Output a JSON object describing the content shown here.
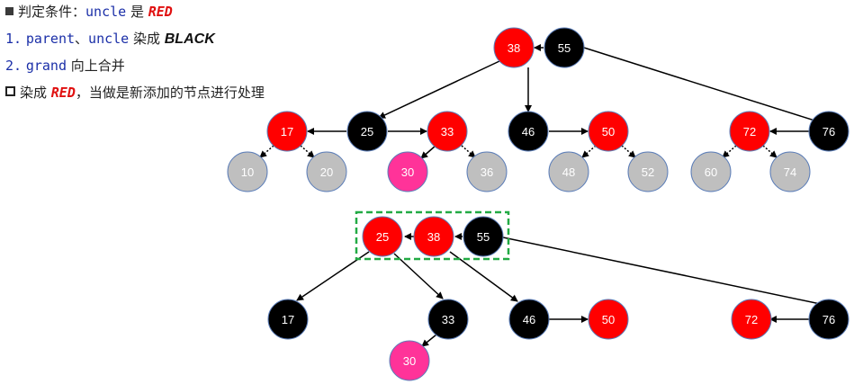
{
  "notes": {
    "line1": {
      "prefix": "判定条件：",
      "code": "uncle",
      "mid": " 是 ",
      "em": "RED"
    },
    "line2": {
      "num": "1.",
      "code1": "parent",
      "sep": "、",
      "code2": "uncle",
      "mid": " 染成 ",
      "em": "BLACK"
    },
    "line3": {
      "num": "2.",
      "code": "grand",
      "text": " 向上合并"
    },
    "line4": {
      "pre": "染成 ",
      "em": "RED",
      "post": "，当做是新添加的节点进行处理"
    }
  },
  "colors": {
    "red": "#ff0000",
    "black": "#000000",
    "gray": "#bfbfbf",
    "pink": "#ff3399",
    "highlight_box": "#22aa44"
  },
  "tree_top": {
    "nodes": [
      {
        "id": "t38",
        "label": "38",
        "color": "red"
      },
      {
        "id": "t55",
        "label": "55",
        "color": "black"
      },
      {
        "id": "t17",
        "label": "17",
        "color": "red"
      },
      {
        "id": "t25",
        "label": "25",
        "color": "black"
      },
      {
        "id": "t33",
        "label": "33",
        "color": "red"
      },
      {
        "id": "t46",
        "label": "46",
        "color": "black"
      },
      {
        "id": "t50",
        "label": "50",
        "color": "red"
      },
      {
        "id": "t72",
        "label": "72",
        "color": "red"
      },
      {
        "id": "t76",
        "label": "76",
        "color": "black"
      },
      {
        "id": "t10",
        "label": "10",
        "color": "gray"
      },
      {
        "id": "t20",
        "label": "20",
        "color": "gray"
      },
      {
        "id": "t30",
        "label": "30",
        "color": "pink"
      },
      {
        "id": "t36",
        "label": "36",
        "color": "gray"
      },
      {
        "id": "t48",
        "label": "48",
        "color": "gray"
      },
      {
        "id": "t52",
        "label": "52",
        "color": "gray"
      },
      {
        "id": "t60",
        "label": "60",
        "color": "gray"
      },
      {
        "id": "t74",
        "label": "74",
        "color": "gray"
      }
    ]
  },
  "tree_bottom": {
    "nodes": [
      {
        "id": "b25",
        "label": "25",
        "color": "red"
      },
      {
        "id": "b38",
        "label": "38",
        "color": "red"
      },
      {
        "id": "b55",
        "label": "55",
        "color": "black"
      },
      {
        "id": "b17",
        "label": "17",
        "color": "black"
      },
      {
        "id": "b33",
        "label": "33",
        "color": "black"
      },
      {
        "id": "b46",
        "label": "46",
        "color": "black"
      },
      {
        "id": "b50",
        "label": "50",
        "color": "red"
      },
      {
        "id": "b72",
        "label": "72",
        "color": "red"
      },
      {
        "id": "b76",
        "label": "76",
        "color": "black"
      },
      {
        "id": "b30",
        "label": "30",
        "color": "pink"
      }
    ]
  }
}
